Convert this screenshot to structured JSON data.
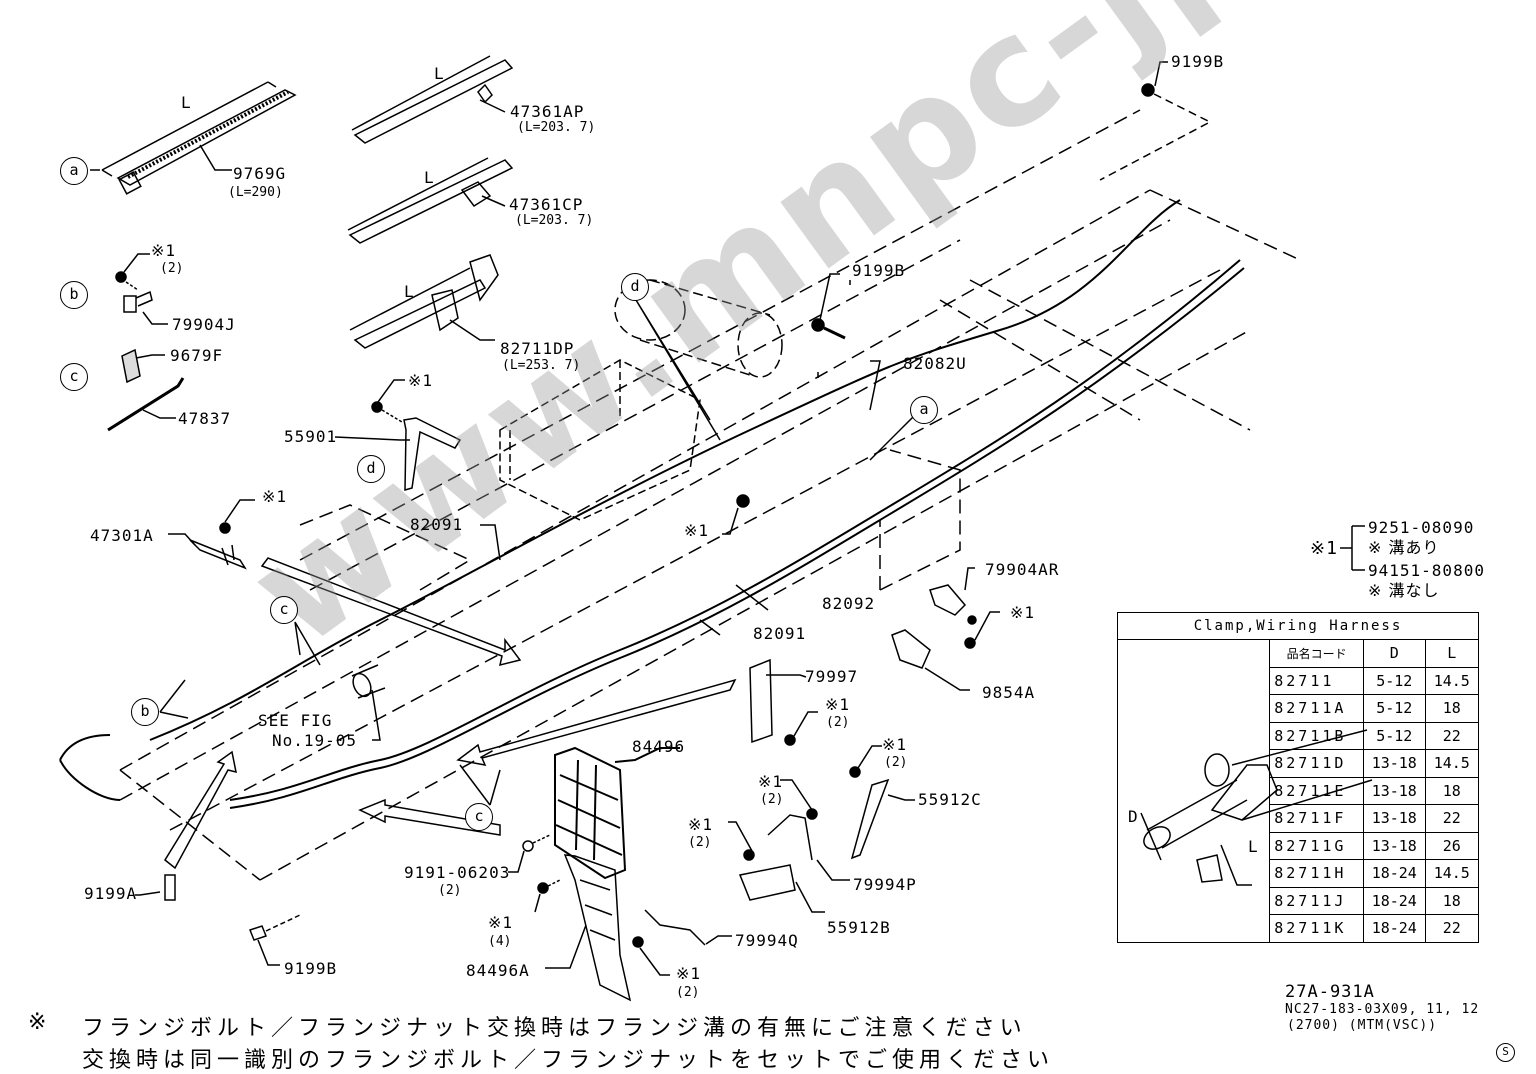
{
  "diagram": {
    "drawing_number": "27A-931A",
    "model_code": "NC27-183-03X09, 11, 12",
    "spec": "(2700) (MTM(VSC))",
    "corner_mark": "S",
    "watermark": "www.mnpc-jp.com"
  },
  "detail_callouts": {
    "a": "a",
    "b": "b",
    "c": "c",
    "d": "d"
  },
  "part_labels": {
    "p9769G": "9769G",
    "p9769G_len": "(L=290)",
    "p47361AP": "47361AP",
    "p47361AP_len": "(L=203. 7)",
    "p47361CP": "47361CP",
    "p47361CP_len": "(L=203. 7)",
    "p82711DP": "82711DP",
    "p82711DP_len": "(L=253. 7)",
    "p79904J": "79904J",
    "p9679F": "9679F",
    "p47837": "47837",
    "p55901": "55901",
    "p47301A": "47301A",
    "p82091_a": "82091",
    "p82091_b": "82091",
    "p82092": "82092",
    "p82082U": "82082U",
    "p9199B_top": "9199B",
    "p9199B_mid": "9199B",
    "p9199B_bot": "9199B",
    "p9199A": "9199A",
    "p79904AR": "79904AR",
    "p9854A": "9854A",
    "p79997": "79997",
    "p84496": "84496",
    "p84496A": "84496A",
    "p9191_06203": "9191-06203",
    "p9191_qty": "(2)",
    "p55912C": "55912C",
    "p55912B": "55912B",
    "p79994P": "79994P",
    "p79994Q": "79994Q",
    "see_fig_1": "SEE FIG",
    "see_fig_2": "No.19-05",
    "L": "L"
  },
  "note_marks": {
    "mark": "※1",
    "qty2": "(2)",
    "qty4": "(4)"
  },
  "note_legend": {
    "mark": "※1",
    "option1_part": "9251-08090",
    "option1_desc": "※ 溝あり",
    "option2_part": "94151-80800",
    "option2_desc": "※ 溝なし"
  },
  "spec_table": {
    "title": "Clamp,Wiring Harness",
    "headers": [
      "品名コード",
      "D",
      "L"
    ],
    "dim_D": "D",
    "dim_L": "L",
    "rows": [
      {
        "code": "82711",
        "D": "5-12",
        "L": "14.5"
      },
      {
        "code": "82711A",
        "D": "5-12",
        "L": "18"
      },
      {
        "code": "82711B",
        "D": "5-12",
        "L": "22"
      },
      {
        "code": "82711D",
        "D": "13-18",
        "L": "14.5"
      },
      {
        "code": "82711E",
        "D": "13-18",
        "L": "18"
      },
      {
        "code": "82711F",
        "D": "13-18",
        "L": "22"
      },
      {
        "code": "82711G",
        "D": "13-18",
        "L": "26"
      },
      {
        "code": "82711H",
        "D": "18-24",
        "L": "14.5"
      },
      {
        "code": "82711J",
        "D": "18-24",
        "L": "18"
      },
      {
        "code": "82711K",
        "D": "18-24",
        "L": "22"
      }
    ]
  },
  "footer_notes": {
    "mark": "※",
    "line1": "フランジボルト／フランジナット交換時はフランジ溝の有無にご注意ください",
    "line2": "交換時は同一識別のフランジボルト／フランジナットをセットでご使用ください"
  }
}
